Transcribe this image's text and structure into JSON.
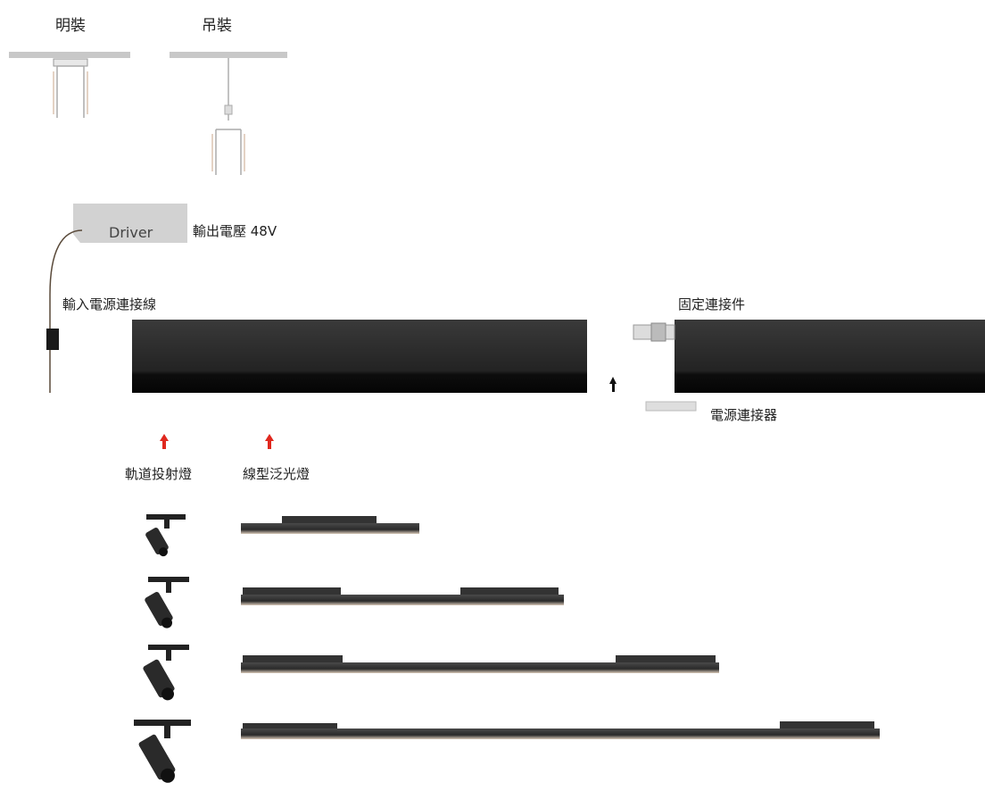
{
  "mounting": {
    "surface_label": "明裝",
    "pendant_label": "吊裝"
  },
  "driver": {
    "box_label": "Driver",
    "output_label": "輸出電壓 48V"
  },
  "track": {
    "input_cable_label": "輸入電源連接線",
    "fixed_connector_label": "固定連接件",
    "power_connector_label": "電源連接器"
  },
  "fixtures": {
    "spotlight_label": "軌道投射燈",
    "linear_label": "線型泛光燈"
  },
  "colors": {
    "track": "#1c1c1c",
    "arrow_red": "#e0281e",
    "ceiling": "#c8c8c8",
    "driver_box": "#d2d2d2"
  }
}
